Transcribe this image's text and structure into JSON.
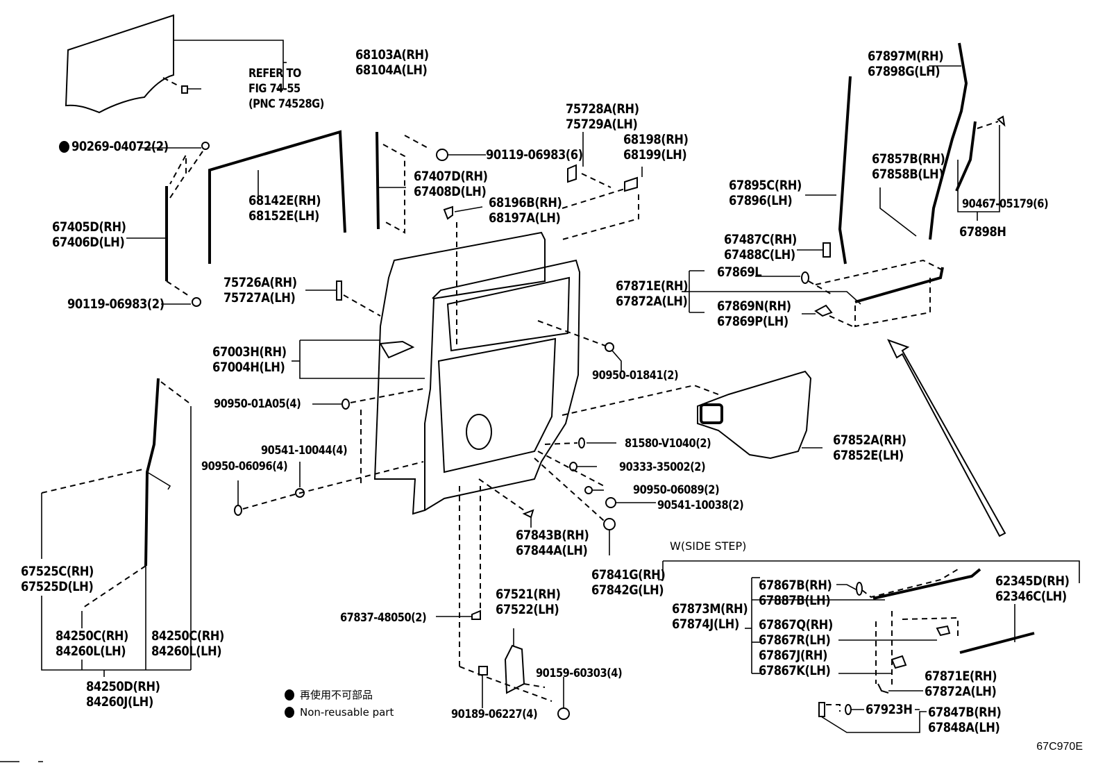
{
  "figure": {
    "id": "67C970E",
    "reference_note": [
      "REFER TO",
      "FIG 74-55",
      "(PNC 74528G)"
    ],
    "variant_label": "W(SIDE STEP)",
    "legend": {
      "symbol": "filled-circle",
      "meaning_jp": "再使用不可部品",
      "meaning_en": "Non-reusable part"
    }
  },
  "callouts": {
    "glass": [
      "68103A(RH)",
      "68104A(LH)"
    ],
    "clip_90269": [
      "90269-04072(2)"
    ],
    "channel_68142": [
      "68142E(RH)",
      "68152E(LH)"
    ],
    "bolt_90119_6": [
      "90119-06983(6)"
    ],
    "run_67407": [
      "67407D(RH)",
      "67408D(LH)"
    ],
    "bracket_75728": [
      "75728A(RH)",
      "75729A(LH)"
    ],
    "bracket_68198": [
      "68198(RH)",
      "68199(LH)"
    ],
    "stopper_68196": [
      "68196B(RH)",
      "68197A(LH)"
    ],
    "run_67405": [
      "67405D(RH)",
      "67406D(LH)"
    ],
    "bolt_90119_2": [
      "90119-06983(2)"
    ],
    "clip_75726": [
      "75726A(RH)",
      "75727A(LH)"
    ],
    "door_panel": [
      "67003H(RH)",
      "67004H(LH)"
    ],
    "plug_01A05": [
      "90950-01A05(4)"
    ],
    "nut_10044": [
      "90541-10044(4)"
    ],
    "plug_06096": [
      "90950-06096(4)"
    ],
    "wire_67525": [
      "67525C(RH)",
      "67525D(LH)"
    ],
    "clamp_84250C_a": [
      "84250C(RH)",
      "84260L(LH)"
    ],
    "clamp_84250C_b": [
      "84250C(RH)",
      "84260L(LH)"
    ],
    "harness_84250D": [
      "84250D(RH)",
      "84260J(LH)"
    ],
    "seal_67897": [
      "67897M(RH)",
      "67898G(LH)"
    ],
    "seal_67895": [
      "67895C(RH)",
      "67896(LH)"
    ],
    "seal_67857": [
      "67857B(RH)",
      "67858B(LH)"
    ],
    "clip_90467": [
      "90467-05179(6)"
    ],
    "seal_67898H": [
      "67898H"
    ],
    "pad_67487": [
      "67487C(RH)",
      "67488C(LH)"
    ],
    "clip_67869L": [
      "67869L"
    ],
    "scuff_67871_top": [
      "67871E(RH)",
      "67872A(LH)"
    ],
    "clip_67869N": [
      "67869N(RH)",
      "67869P(LH)"
    ],
    "plug_01841": [
      "90950-01841(2)"
    ],
    "service_hole_cover": [
      "67852A(RH)",
      "67852E(LH)"
    ],
    "clip_81580": [
      "81580-V1040(2)"
    ],
    "plug_35002": [
      "90333-35002(2)"
    ],
    "plug_06089": [
      "90950-06089(2)"
    ],
    "nut_10038": [
      "90541-10038(2)"
    ],
    "pad_67843": [
      "67843B(RH)",
      "67844A(LH)"
    ],
    "hole_cover_67841": [
      "67841G(RH)",
      "67842G(LH)"
    ],
    "cover_67521": [
      "67521(RH)",
      "67522(LH)"
    ],
    "clip_67837": [
      "67837-48050(2)"
    ],
    "screw_60303": [
      "90159-60303(4)"
    ],
    "nut_06227": [
      "90189-06227(4)"
    ],
    "clip_67867B": [
      "67867B(RH)",
      "67887B(LH)"
    ],
    "scuff_67873": [
      "67873M(RH)",
      "67874J(LH)"
    ],
    "clip_67867Q": [
      "67867Q(RH)",
      "67867R(LH)"
    ],
    "clip_67867J": [
      "67867J(RH)",
      "67867K(LH)"
    ],
    "step_62345": [
      "62345D(RH)",
      "62346C(LH)"
    ],
    "scuff_67871_bottom": [
      "67871E(RH)",
      "67872A(LH)"
    ],
    "clip_67923H": [
      "67923H"
    ],
    "garnish_67847": [
      "67847B(RH)",
      "67848A(LH)"
    ]
  }
}
